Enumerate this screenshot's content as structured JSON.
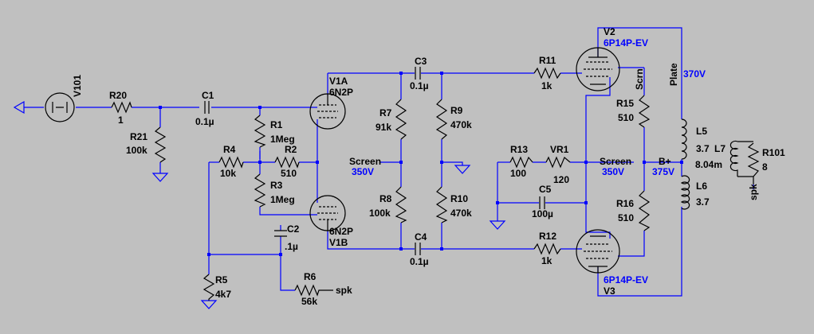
{
  "colors": {
    "background": "#c0c0c0",
    "wire": "#0000ff",
    "component": "#000000",
    "net_label": "#0000ff"
  },
  "components": {
    "V101": "V101",
    "R20": {
      "name": "R20",
      "value": "1"
    },
    "R21": {
      "name": "R21",
      "value": "100k"
    },
    "C1": {
      "name": "C1",
      "value": "0.1µ"
    },
    "R1": {
      "name": "R1",
      "value": "1Meg"
    },
    "R2": {
      "name": "R2",
      "value": "510"
    },
    "R3": {
      "name": "R3",
      "value": "1Meg"
    },
    "R4": {
      "name": "R4",
      "value": "10k"
    },
    "R5": {
      "name": "R5",
      "value": "4k7"
    },
    "R6": {
      "name": "R6",
      "value": "56k",
      "net": "spk"
    },
    "C2": {
      "name": "C2",
      "value": ".1µ"
    },
    "V1A": {
      "name": "V1A",
      "type": "6N2P"
    },
    "V1B": {
      "name": "V1B",
      "type": "6N2P"
    },
    "C3": {
      "name": "C3",
      "value": "0.1µ"
    },
    "C4": {
      "name": "C4",
      "value": "0.1µ"
    },
    "R7": {
      "name": "R7",
      "value": "91k"
    },
    "R8": {
      "name": "R8",
      "value": "100k"
    },
    "R9": {
      "name": "R9",
      "value": "470k"
    },
    "R10": {
      "name": "R10",
      "value": "470k"
    },
    "R11": {
      "name": "R11",
      "value": "1k"
    },
    "R12": {
      "name": "R12",
      "value": "1k"
    },
    "R13": {
      "name": "R13",
      "value": "100"
    },
    "VR1": {
      "name": "VR1",
      "value": "120"
    },
    "C5": {
      "name": "C5",
      "value": "100µ"
    },
    "V2": {
      "name": "V2",
      "type": "6P14P-EV"
    },
    "V3": {
      "name": "V3",
      "type": "6P14P-EV"
    },
    "R15": {
      "name": "R15",
      "value": "510"
    },
    "R16": {
      "name": "R16",
      "value": "510"
    },
    "L5": {
      "name": "L5",
      "value": "3.7"
    },
    "L6": {
      "name": "L6",
      "value": "3.7"
    },
    "L7": {
      "name": "L7",
      "value": "8.04m"
    },
    "R101": {
      "name": "R101",
      "value": "8",
      "net": "spk"
    }
  },
  "labels": {
    "screen1": "Screen",
    "screen1_v": "350V",
    "screen2": "Screen",
    "screen2_v": "350V",
    "bplus": "B+",
    "bplus_v": "375V",
    "plate": "Plate",
    "plate_v": "370V",
    "scrn": "Scrn"
  }
}
